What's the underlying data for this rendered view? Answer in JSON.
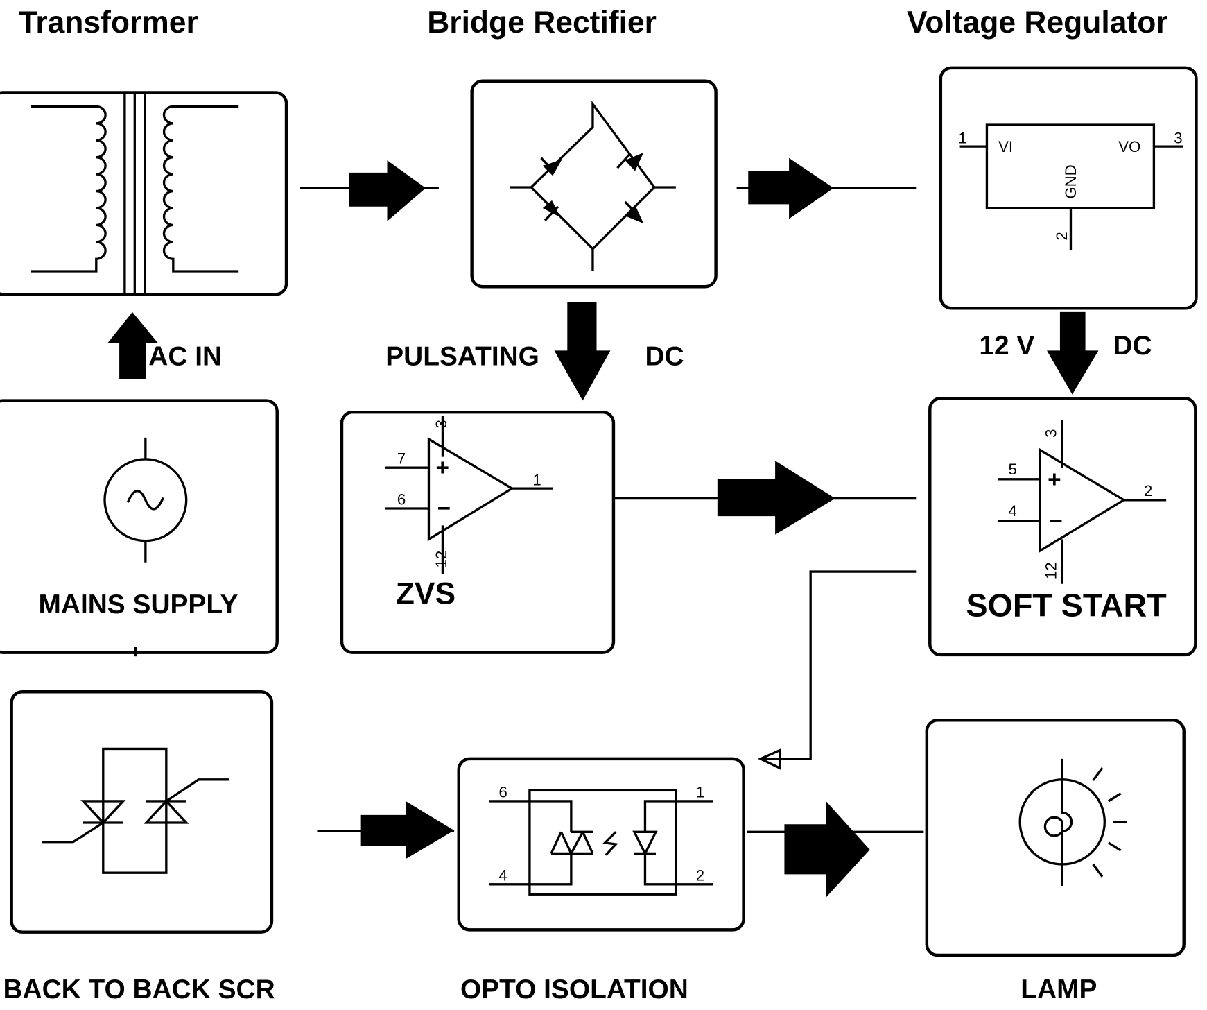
{
  "titles": {
    "transformer": "Transformer",
    "rectifier": "Bridge Rectifier",
    "regulator": "Voltage Regulator"
  },
  "labels": {
    "ac_in": "AC IN",
    "pulsating": "PULSATING",
    "dc1": "DC",
    "v12": "12 V",
    "dc2": "DC",
    "mains": "MAINS SUPPLY",
    "zvs": "ZVS",
    "soft_start": "SOFT START",
    "scr": "BACK TO BACK SCR",
    "opto": "OPTO ISOLATION",
    "lamp": "LAMP"
  },
  "regulator_pins": {
    "vi": "VI",
    "vo": "VO",
    "gnd": "GND",
    "p1": "1",
    "p2": "2",
    "p3": "3"
  },
  "zvs_pins": {
    "p3": "3",
    "p7": "7",
    "p6": "6",
    "p1": "1",
    "p12": "12",
    "plus": "+",
    "minus": "−"
  },
  "soft_pins": {
    "p3": "3",
    "p5": "5",
    "p4": "4",
    "p2": "2",
    "p12": "12",
    "plus": "+",
    "minus": "−"
  },
  "opto_pins": {
    "p6": "6",
    "p4": "4",
    "p1": "1",
    "p2": "2"
  }
}
